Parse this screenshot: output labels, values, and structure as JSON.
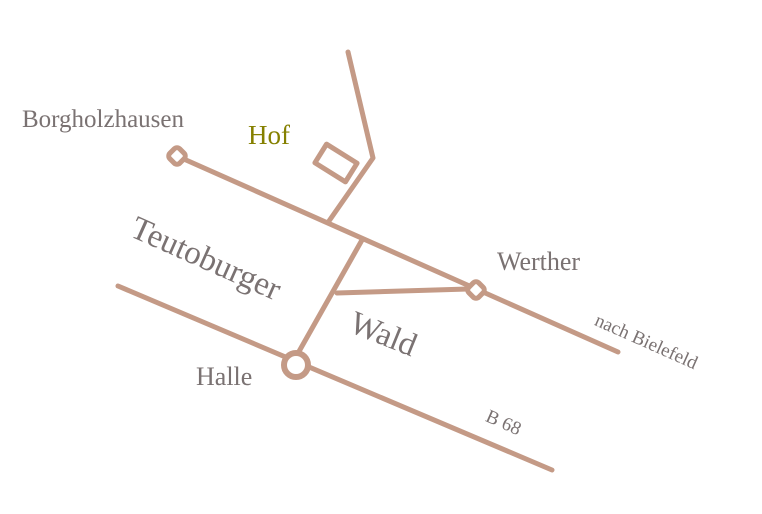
{
  "colors": {
    "road": "#c49a86",
    "label": "#7a7272",
    "highlight": "#858000"
  },
  "labels": {
    "borgholzhausen": "Borgholzhausen",
    "hof": "Hof",
    "teutoburger": "Teutoburger",
    "wald": "Wald",
    "werther": "Werther",
    "halle": "Halle",
    "bielefeld": "nach Bielefeld",
    "b68": "B 68"
  }
}
